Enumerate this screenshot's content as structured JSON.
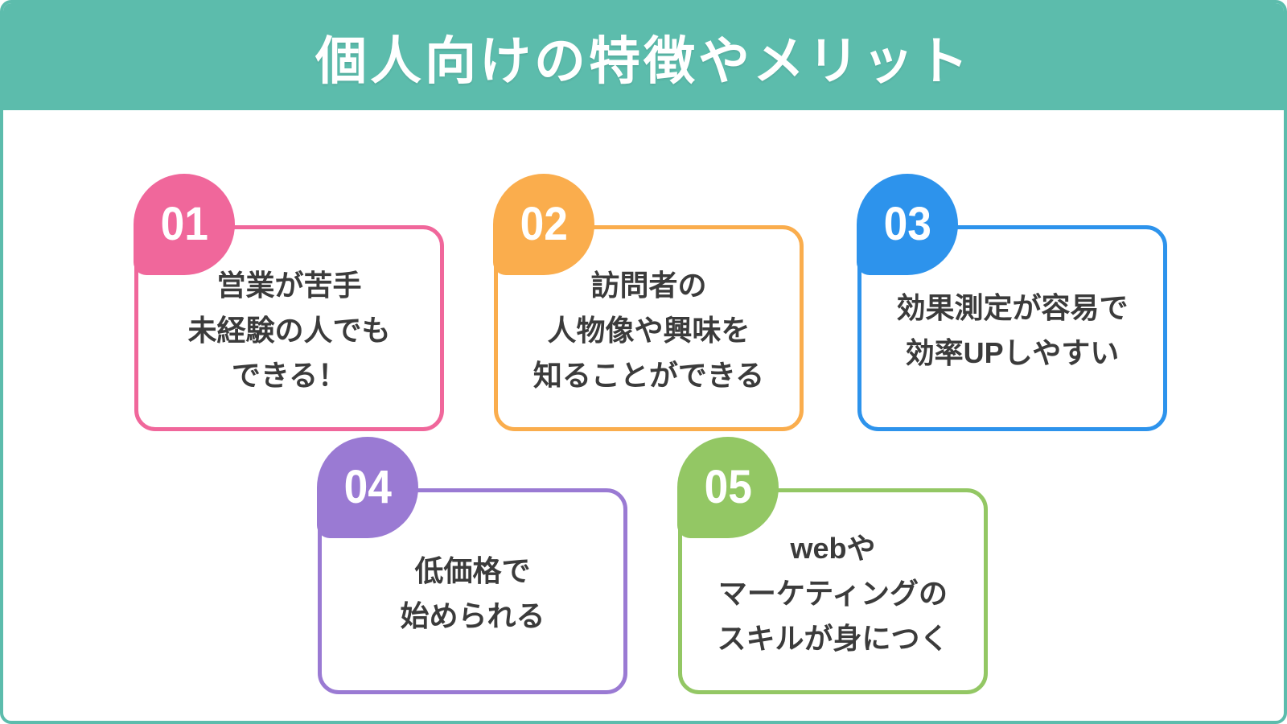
{
  "page": {
    "title": "個人向けの特徴やメリット"
  },
  "theme": {
    "teal": "#5CBCAC",
    "text_color": "#3B3B3B",
    "card_background": "#FFFFFF"
  },
  "cards": [
    {
      "number": "01",
      "color": "#F0679B",
      "color_name": "pink",
      "lines": [
        "営業が苦手",
        "未経験の人でも",
        "できる！"
      ]
    },
    {
      "number": "02",
      "color": "#FAAD4D",
      "color_name": "orange",
      "lines": [
        "訪問者の",
        "人物像や興味を",
        "知ることができる"
      ]
    },
    {
      "number": "03",
      "color": "#2D93EC",
      "color_name": "blue",
      "lines": [
        "効果測定が容易で",
        "効率UPしやすい"
      ]
    },
    {
      "number": "04",
      "color": "#9A7AD3",
      "color_name": "purple",
      "lines": [
        "低価格で",
        "始められる"
      ]
    },
    {
      "number": "05",
      "color": "#93C764",
      "color_name": "green",
      "lines": [
        "webや",
        "マーケティングの",
        "スキルが身につく"
      ]
    }
  ]
}
